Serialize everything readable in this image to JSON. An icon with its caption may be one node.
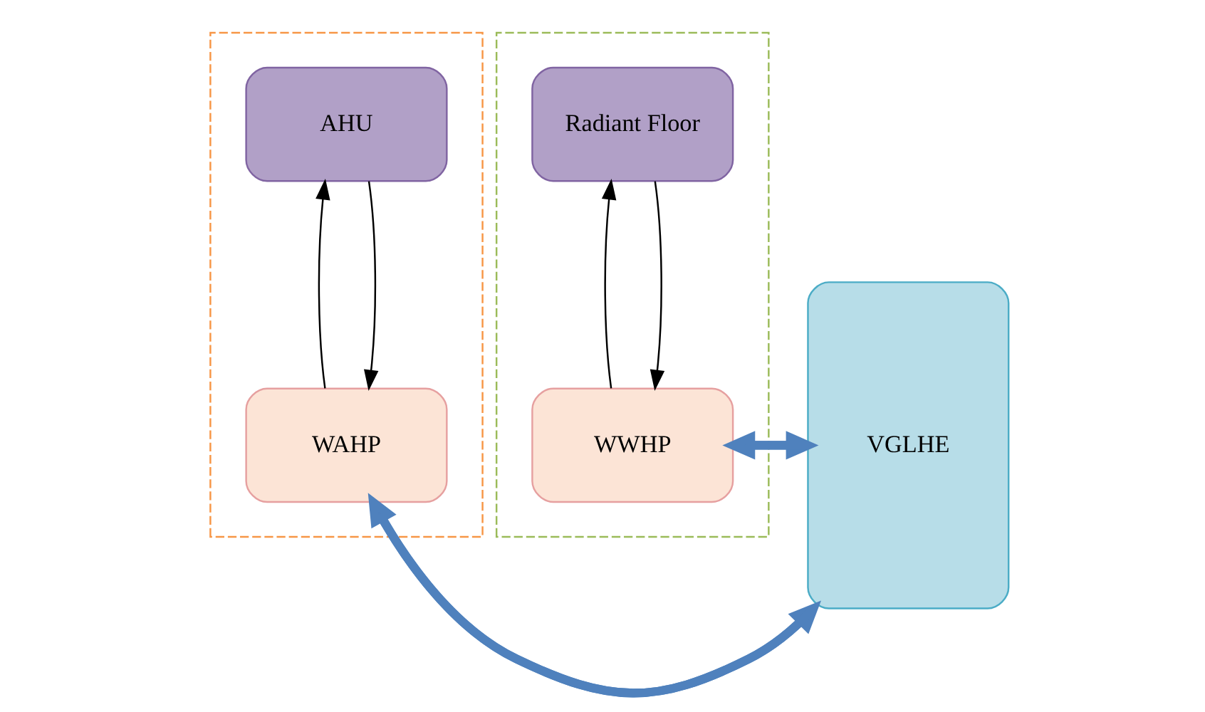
{
  "diagram": {
    "nodes": [
      {
        "text": [],
        "shape": "box"
      },
      {
        "text": [
          "WAHP"
        ],
        "in": 0
      },
      {
        "text": [
          "AHU"
        ],
        "in": 0
      },
      {
        "text": [],
        "shape": "box"
      },
      {
        "text": [
          "WWHP"
        ],
        "in": 3
      },
      {
        "text": [
          "Radiant Floor"
        ],
        "in": 3
      },
      {
        "text": [
          "VGLHE"
        ]
      }
    ],
    "edges": [
      {
        "from": 1,
        "to": 2,
        "arrow": "to"
      },
      {
        "from": 2,
        "to": 1,
        "arrow": "to"
      },
      {
        "from": 5,
        "to": 4,
        "arrow": "to"
      },
      {
        "from": 4,
        "to": 5,
        "arrow": "to"
      },
      {
        "from": 1,
        "to": 6,
        "arrow": "to",
        "style": "thick",
        "color": "#4f81bd"
      },
      {
        "from": 4,
        "to": 6,
        "arrow": "to",
        "style": "thick",
        "color": "#4f81bd"
      },
      {
        "from": 6,
        "to": 1,
        "arrow": "to",
        "style": "thick",
        "color": "#4f81bd"
      },
      {
        "from": 6,
        "to": 4,
        "arrow": "to",
        "style": "thick",
        "color": "#4f81bd"
      }
    ]
  }
}
